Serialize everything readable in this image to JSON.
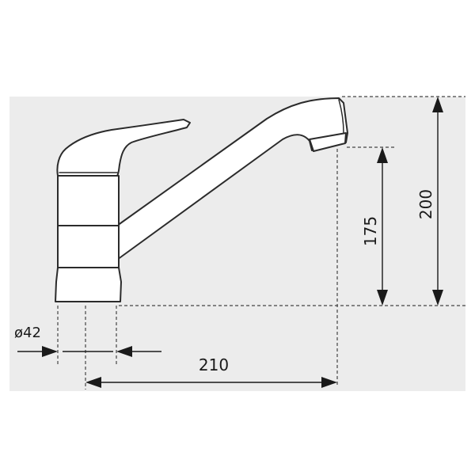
{
  "diagram": {
    "colors": {
      "background": "#ffffff",
      "panel": "#ececec",
      "stroke": "#2b2b2b"
    },
    "dimensions": {
      "diameter_label": "ø42",
      "width_label": "210",
      "spout_height_label": "175",
      "total_height_label": "200"
    }
  }
}
